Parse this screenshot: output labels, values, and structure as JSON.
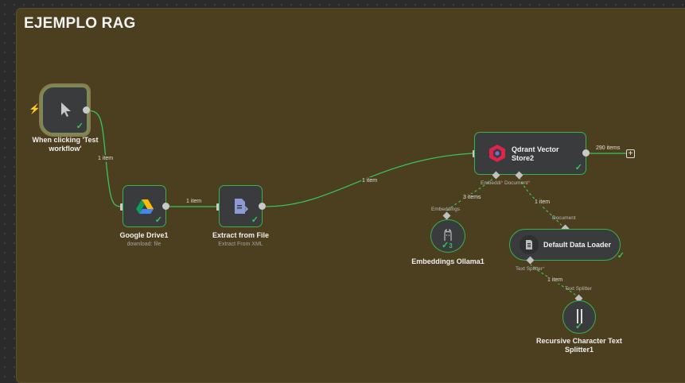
{
  "canvas": {
    "sticky_title": "EJEMPLO RAG",
    "colors": {
      "sticky_bg": "#4b3f1f",
      "node_border": "#37b24d",
      "node_bg": "#3a3b3d",
      "edge": "#3bc45a",
      "trigger_bolt": "#ff6d5a"
    }
  },
  "nodes": {
    "trigger": {
      "label": "When clicking 'Test workflow'",
      "icon": "cursor-icon",
      "status": "success"
    },
    "google_drive": {
      "label": "Google Drive1",
      "subtitle": "download: file",
      "icon": "google-drive-icon",
      "status": "success"
    },
    "extract": {
      "label": "Extract from File",
      "subtitle": "Extract From XML",
      "icon": "extract-file-icon",
      "status": "success"
    },
    "qdrant": {
      "label": "Qdrant Vector Store2",
      "icon": "qdrant-icon",
      "status": "success",
      "port_embedding": "Embeddi",
      "port_document": "Document",
      "required_mark": "*"
    },
    "embeddings": {
      "label": "Embeddings Ollama1",
      "icon": "ollama-icon",
      "badge": "3"
    },
    "loader": {
      "label": "Default Data Loader",
      "icon": "document-icon",
      "status": "success",
      "port_text_splitter": "Text Splitter",
      "required_mark": "*"
    },
    "splitter": {
      "label": "Recursive Character Text Splitter1",
      "icon": "text-splitter-icon",
      "status": "success"
    }
  },
  "edges": {
    "trigger_to_drive": "1 item",
    "drive_to_extract": "1 item",
    "extract_to_qdrant": "1 item",
    "qdrant_output": "290 items",
    "embeddings_to_qdrant": "3 items",
    "embeddings_port": "Embeddings",
    "loader_to_qdrant": "1 item",
    "loader_port": "Document",
    "splitter_to_loader": "1 item",
    "splitter_port": "Text Splitter"
  }
}
